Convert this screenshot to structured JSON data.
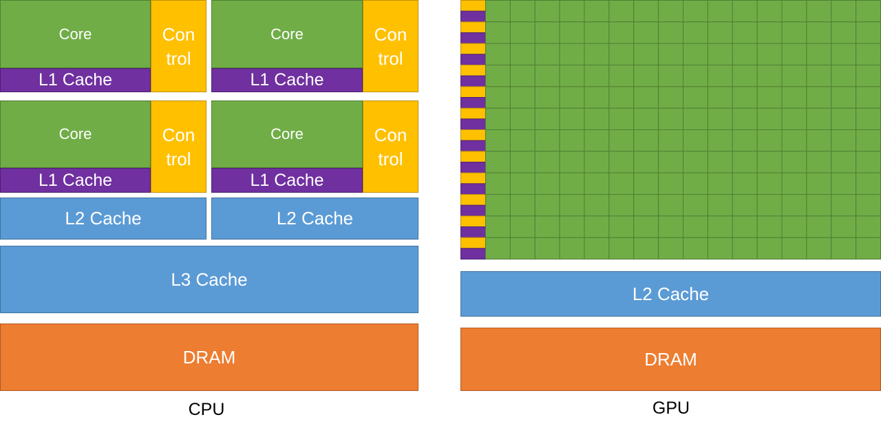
{
  "cpu": {
    "label": "CPU",
    "core_label": "Core",
    "control_label_line1": "Con",
    "control_label_line2": "trol",
    "l1_label": "L1 Cache",
    "l2_label": "L2 Cache",
    "l3_label": "L3 Cache",
    "dram_label": "DRAM"
  },
  "gpu": {
    "label": "GPU",
    "l2_label": "L2 Cache",
    "dram_label": "DRAM"
  },
  "colors": {
    "core": "#70ad47",
    "l1_cache": "#7030a0",
    "control": "#ffc000",
    "cache": "#5b9bd5",
    "dram": "#ed7d31"
  }
}
